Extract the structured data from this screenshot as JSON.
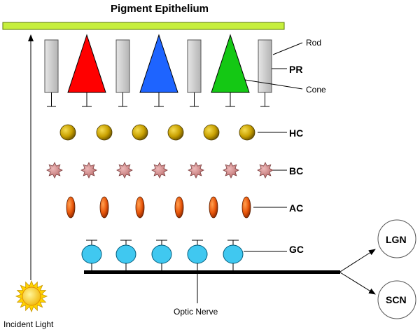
{
  "title": "Pigment Epithelium",
  "labels": {
    "rod": "Rod",
    "pr": "PR",
    "cone": "Cone",
    "hc": "HC",
    "bc": "BC",
    "ac": "AC",
    "gc": "GC",
    "optic_nerve": "Optic Nerve",
    "incident_light": "Incident Light",
    "lgn": "LGN",
    "scn": "SCN"
  },
  "colors": {
    "epithelium": "#c6ef3c",
    "rod": "#c8c8c8",
    "cone_red": "#ff0000",
    "cone_blue": "#1e64ff",
    "cone_green": "#14c814",
    "hc": "#c8a000",
    "bc": "#c87878",
    "ac": "#e8560a",
    "gc": "#40c8f0",
    "sun": "#ffd200"
  },
  "photoreceptors": [
    {
      "kind": "rod"
    },
    {
      "kind": "cone",
      "color": "red"
    },
    {
      "kind": "rod"
    },
    {
      "kind": "cone",
      "color": "blue"
    },
    {
      "kind": "rod"
    },
    {
      "kind": "cone",
      "color": "green"
    },
    {
      "kind": "rod"
    }
  ],
  "cell_counts": {
    "hc": 6,
    "bc": 7,
    "ac": 6,
    "gc": 5
  }
}
